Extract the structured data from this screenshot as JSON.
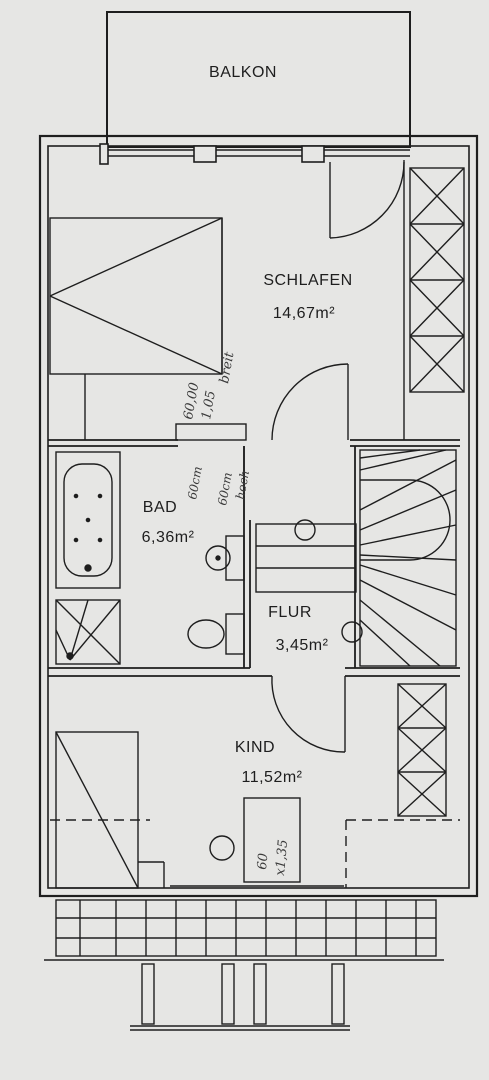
{
  "rooms": {
    "balkon": {
      "label": "BALKON"
    },
    "schlafen": {
      "label": "SCHLAFEN",
      "area": "14,67m²"
    },
    "bad": {
      "label": "BAD",
      "area": "6,36m²"
    },
    "flur": {
      "label": "FLUR",
      "area": "3,45m²"
    },
    "kind": {
      "label": "KIND",
      "area": "11,52m²"
    }
  },
  "annotations": {
    "schlafen_bed": [
      "60,00",
      "1,05",
      "breit"
    ],
    "bad_door": [
      "60cm",
      "60cm",
      "hoch"
    ],
    "kind_desk": [
      "60",
      "x1,35"
    ]
  },
  "colors": {
    "paper": "#e6e6e4",
    "ink": "#1e1e1e",
    "pencil": "#3a3a3a"
  }
}
